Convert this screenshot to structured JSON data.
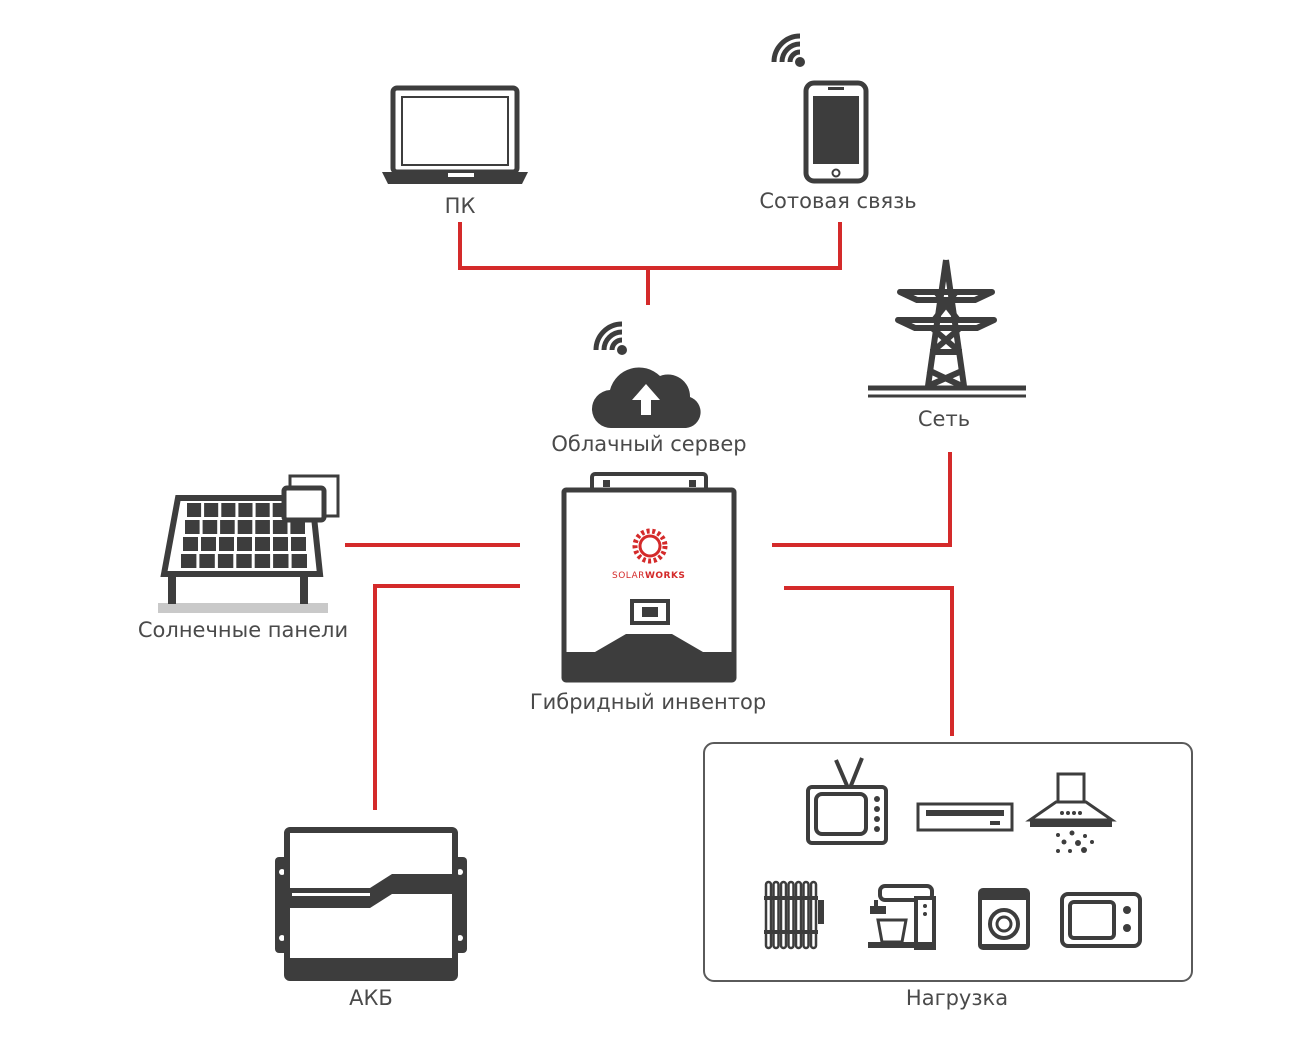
{
  "labels": {
    "pc": "ПК",
    "mobile": "Сотовая связь",
    "cloud": "Облачный сервер",
    "grid": "Сеть",
    "solar": "Солнечные панели",
    "inverter": "Гибридный инвентор",
    "battery": "АКБ",
    "load": "Нагрузка"
  },
  "brand": {
    "logo_text_a": "SOLAR",
    "logo_text_b": "WORKS"
  },
  "colors": {
    "connector": "#d42a2a",
    "icon": "#3d3d3d",
    "text": "#4a4a4a"
  },
  "icons": [
    "laptop-icon",
    "smartphone-icon",
    "wifi-icon",
    "cloud-upload-icon",
    "power-tower-icon",
    "solar-panel-icon",
    "inverter-icon",
    "battery-icon",
    "tv-icon",
    "dvd-player-icon",
    "range-hood-icon",
    "oil-heater-icon",
    "coffee-machine-icon",
    "washing-machine-icon",
    "microwave-icon"
  ]
}
